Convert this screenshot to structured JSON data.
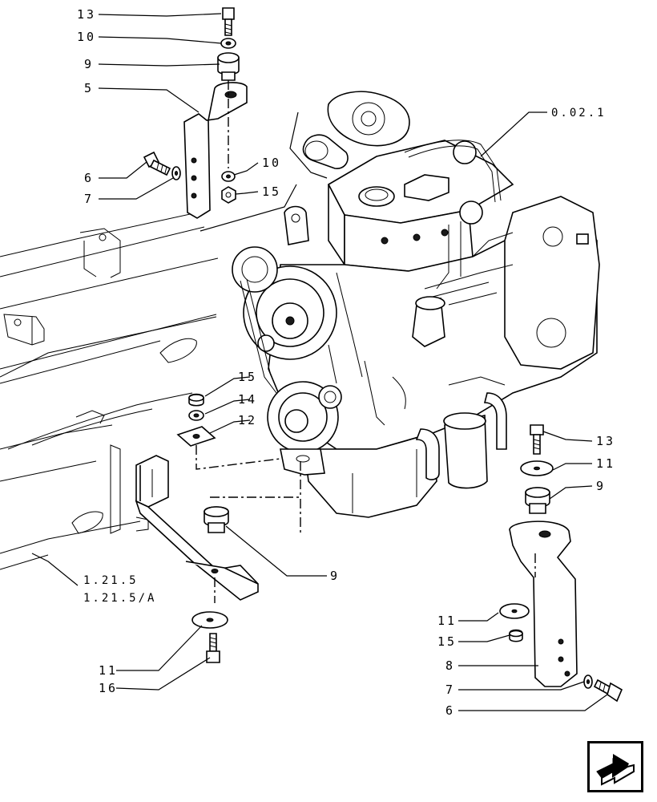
{
  "diagram": {
    "callouts": [
      "13",
      "10",
      "9",
      "5",
      "6",
      "7",
      "10",
      "15",
      "15",
      "14",
      "12",
      "9",
      "11",
      "16",
      "13",
      "11",
      "9",
      "11",
      "15",
      "8",
      "7",
      "6"
    ],
    "references": [
      "0.02.1",
      "1.21.5",
      "1.21.5/A"
    ]
  },
  "navigation": {
    "icon": "forward-arrow-icon"
  }
}
